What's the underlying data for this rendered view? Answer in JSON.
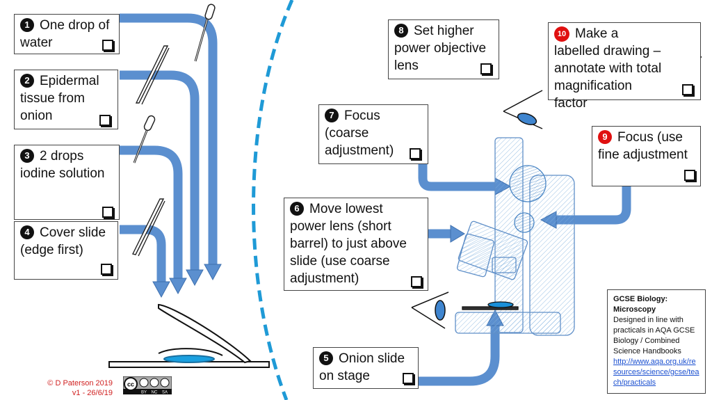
{
  "steps": {
    "s1": {
      "number": "1",
      "text": "One drop of water"
    },
    "s2": {
      "number": "2",
      "text": "Epidermal tissue from onion"
    },
    "s3": {
      "number": "3",
      "text": "2 drops iodine solution"
    },
    "s4": {
      "number": "4",
      "text": "Cover slide (edge first)"
    },
    "s5": {
      "number": "5",
      "text": "Onion slide on stage"
    },
    "s6": {
      "number": "6",
      "text": "Move lowest power lens (short barrel) to just above slide (use coarse adjustment)"
    },
    "s7": {
      "number": "7",
      "text": "Focus (coarse adjustment)"
    },
    "s8": {
      "number": "8",
      "text": "Set higher power objective lens"
    },
    "s9": {
      "number": "9",
      "text": "Focus (use fine adjustment"
    },
    "s10": {
      "number": "10",
      "text": "Make a labelled drawing – annotate with total magnification factor"
    }
  },
  "checkbox_glyph": "❑",
  "info": {
    "title": "GCSE Biology: Microscopy",
    "body": "Designed in line with practicals in AQA GCSE Biology / Combined Science Handbooks",
    "link": "http://www.aqa.org.uk/resources/science/gcse/teach/practicals"
  },
  "credit": {
    "line1": "© D Paterson 2019",
    "line2": "v1 -  26/6/19"
  },
  "license": {
    "badge": "cc",
    "labels": [
      "BY",
      "NC",
      "SA"
    ]
  },
  "colors": {
    "arrow": "#5b8fcf",
    "arrow_dark": "#3d6fae",
    "divider": "#1f9ad6",
    "pencil": "#2aa3e0",
    "red_badge": "#e01010"
  },
  "icons": [
    "pipette-icon",
    "forceps-icon",
    "microscope-icon",
    "eye-icon",
    "pencil-icon",
    "checkbox-icon"
  ]
}
